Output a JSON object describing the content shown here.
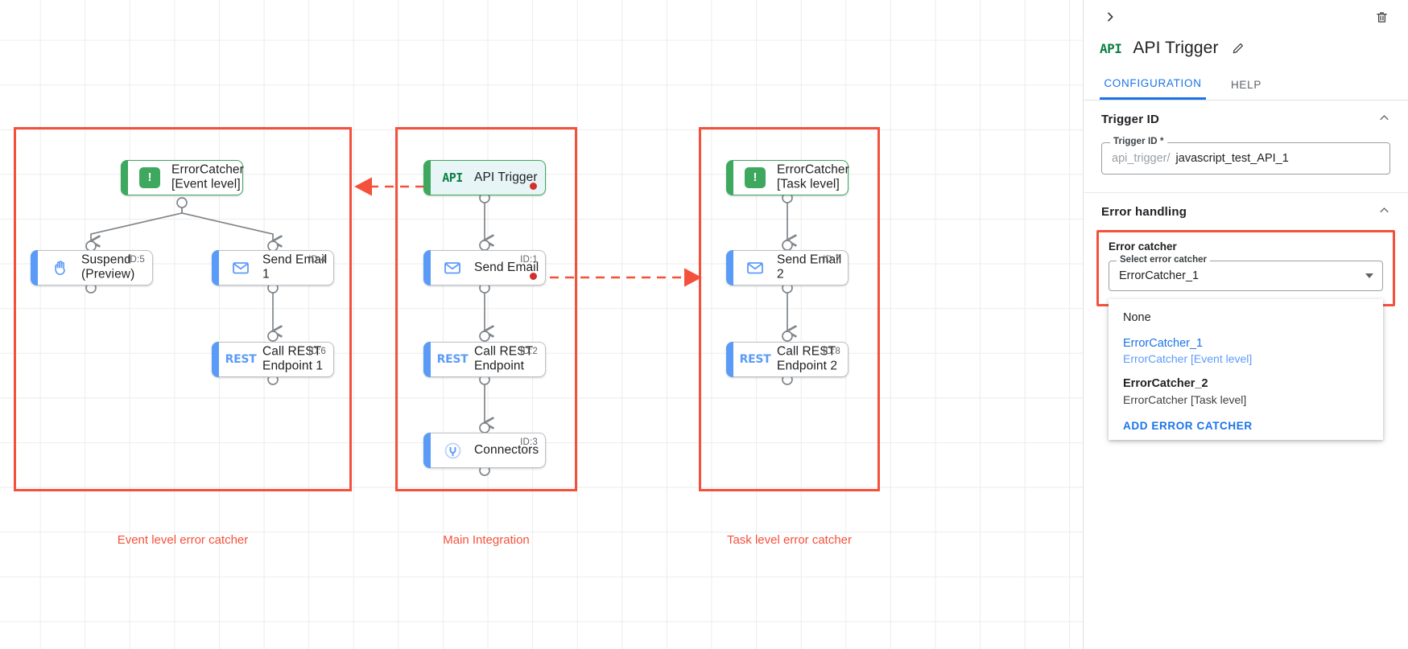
{
  "canvas": {
    "groups": [
      {
        "name": "event-level-error-catcher",
        "label": "Event level error catcher"
      },
      {
        "name": "main-integration",
        "label": "Main Integration"
      },
      {
        "name": "task-level-error-catcher",
        "label": "Task level error catcher"
      }
    ],
    "nodes": [
      {
        "id": "ec-event",
        "title": "ErrorCatcher\n[Event level]",
        "icon": "error-catcher-icon",
        "badge": "",
        "kind": "green",
        "error": false,
        "selected": false
      },
      {
        "id": "suspend",
        "title": "Suspend\n(Preview)",
        "icon": "hand-icon",
        "badge": "ID:5",
        "kind": "blue",
        "error": false,
        "selected": false
      },
      {
        "id": "email1",
        "title": "Send Email 1",
        "icon": "envelope-icon",
        "badge": "ID:4",
        "kind": "blue",
        "error": false,
        "selected": false
      },
      {
        "id": "rest1",
        "title": "Call REST\nEndpoint 1",
        "icon": "rest-icon",
        "badge": "ID:6",
        "kind": "blue",
        "error": false,
        "selected": false
      },
      {
        "id": "apitrig",
        "title": "API Trigger",
        "icon": "api-icon",
        "badge": "",
        "kind": "green",
        "error": true,
        "selected": true
      },
      {
        "id": "email",
        "title": "Send Email",
        "icon": "envelope-icon",
        "badge": "ID:1",
        "kind": "blue",
        "error": true,
        "selected": false
      },
      {
        "id": "rest",
        "title": "Call REST\nEndpoint",
        "icon": "rest-icon",
        "badge": "ID:2",
        "kind": "blue",
        "error": false,
        "selected": false
      },
      {
        "id": "connect",
        "title": "Connectors",
        "icon": "connector-plug-icon",
        "badge": "ID:3",
        "kind": "blue",
        "error": false,
        "selected": false
      },
      {
        "id": "ec-task",
        "title": "ErrorCatcher\n[Task level]",
        "icon": "error-catcher-icon",
        "badge": "",
        "kind": "green",
        "error": false,
        "selected": false
      },
      {
        "id": "email2",
        "title": "Send Email 2",
        "icon": "envelope-icon",
        "badge": "ID:7",
        "kind": "blue",
        "error": false,
        "selected": false
      },
      {
        "id": "rest2",
        "title": "Call REST\nEndpoint 2",
        "icon": "rest-icon",
        "badge": "ID:8",
        "kind": "blue",
        "error": false,
        "selected": false
      }
    ]
  },
  "panel": {
    "collapse_icon": "chevron-right-icon",
    "delete_icon": "trash-icon",
    "type_icon": "API",
    "title": "API Trigger",
    "edit_icon": "pencil-icon",
    "tabs": [
      {
        "label": "CONFIGURATION",
        "active": true
      },
      {
        "label": "HELP",
        "active": false
      }
    ],
    "trigger_id_section": {
      "heading": "Trigger ID",
      "collapse_icon": "chevron-up-icon",
      "field_legend": "Trigger ID *",
      "field_prefix": "api_trigger/",
      "field_value": "javascript_test_API_1"
    },
    "error_handling_section": {
      "heading": "Error handling",
      "collapse_icon": "chevron-up-icon",
      "caption": "Error catcher",
      "select_legend": "Select error catcher",
      "select_value": "ErrorCatcher_1",
      "dropdown_open": true,
      "options": [
        {
          "primary": "None",
          "secondary": "",
          "style": "none"
        },
        {
          "primary": "ErrorCatcher_1",
          "secondary": "ErrorCatcher [Event level]",
          "style": "sel"
        },
        {
          "primary": "ErrorCatcher_2",
          "secondary": "ErrorCatcher [Task level]",
          "style": "plain"
        }
      ],
      "add_label": "ADD ERROR CATCHER"
    }
  },
  "colors": {
    "accent_blue": "#1a73e8",
    "node_blue": "#5b9bf8",
    "node_green": "#3fa85f",
    "error_red": "#f4513c",
    "error_dot": "#d32f2f"
  }
}
